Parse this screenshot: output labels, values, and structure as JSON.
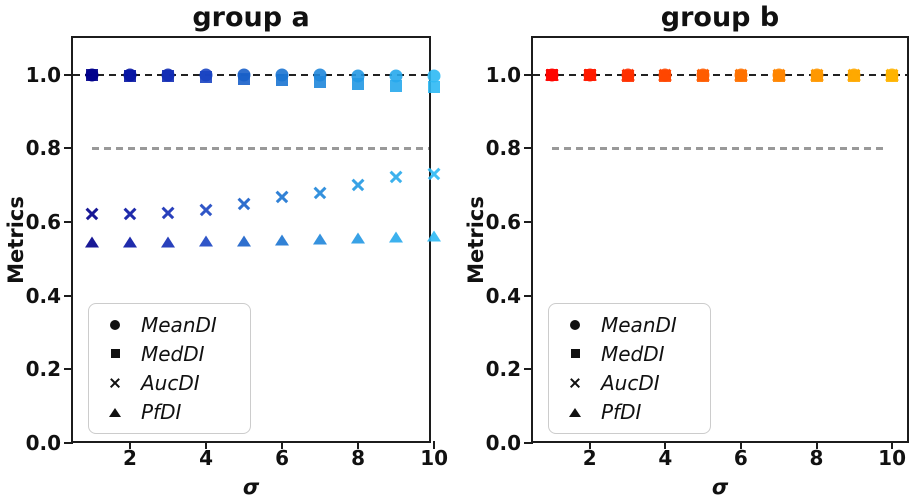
{
  "figure": {
    "background": "#ffffff"
  },
  "legend": {
    "items": [
      {
        "label": "MeanDI",
        "marker": "circle"
      },
      {
        "label": "MedDI",
        "marker": "square"
      },
      {
        "label": "AucDI",
        "marker": "x"
      },
      {
        "label": "PfDI",
        "marker": "triangle"
      }
    ],
    "marker_color": "#111111"
  },
  "chart_data": [
    {
      "type": "scatter",
      "title": "group a",
      "xlabel": "σ",
      "ylabel": "Metrics",
      "x": [
        1,
        2,
        3,
        4,
        5,
        6,
        7,
        8,
        9,
        10
      ],
      "xlim": [
        0.5,
        9.97
      ],
      "ylim": [
        -0.005,
        1.1
      ],
      "xticks": [
        2,
        4,
        6,
        8,
        10
      ],
      "yticks": [
        0.0,
        0.2,
        0.4,
        0.6,
        0.8,
        1.0
      ],
      "ytick_labels": [
        "0.0",
        "0.2",
        "0.4",
        "0.6",
        "0.8",
        "1.0"
      ],
      "grid": false,
      "legend_position": "lower-left",
      "point_colors": [
        "#00008b",
        "#0715a3",
        "#122cb5",
        "#1a44c2",
        "#185fc9",
        "#1b74d2",
        "#1f86da",
        "#2298e3",
        "#27a9ec",
        "#2db9f4"
      ],
      "series": [
        {
          "name": "MeanDI",
          "marker": "circle",
          "values": [
            1.0,
            1.0,
            1.0,
            1.0,
            0.999,
            0.999,
            0.999,
            0.998,
            0.998,
            0.998
          ]
        },
        {
          "name": "MedDI",
          "marker": "square",
          "values": [
            0.999,
            0.998,
            0.996,
            0.993,
            0.989,
            0.985,
            0.98,
            0.974,
            0.971,
            0.966
          ]
        },
        {
          "name": "AucDI",
          "marker": "x",
          "values": [
            0.623,
            0.623,
            0.625,
            0.633,
            0.65,
            0.669,
            0.681,
            0.702,
            0.722,
            0.73
          ]
        },
        {
          "name": "PfDI",
          "marker": "triangle",
          "values": [
            0.546,
            0.546,
            0.547,
            0.548,
            0.55,
            0.552,
            0.554,
            0.557,
            0.561,
            0.563
          ]
        }
      ],
      "hlines": [
        {
          "y": 1.0,
          "color": "#222222",
          "span": "full"
        },
        {
          "y": 0.8,
          "color": "#999999",
          "span": "data"
        }
      ]
    },
    {
      "type": "scatter",
      "title": "group b",
      "xlabel": "σ",
      "ylabel": "Metrics",
      "x": [
        1,
        2,
        3,
        4,
        5,
        6,
        7,
        8,
        9,
        10
      ],
      "xlim": [
        0.5,
        10.5
      ],
      "ylim": [
        -0.005,
        1.1
      ],
      "xticks": [
        2,
        4,
        6,
        8,
        10
      ],
      "yticks": [
        0.0,
        0.2,
        0.4,
        0.6,
        0.8,
        1.0
      ],
      "ytick_labels": [
        "0.0",
        "0.2",
        "0.4",
        "0.6",
        "0.8",
        "1.0"
      ],
      "grid": false,
      "legend_position": "lower-left",
      "point_colors": [
        "#ff0400",
        "#ff1a00",
        "#ff3000",
        "#ff4600",
        "#ff5c00",
        "#ff7100",
        "#ff8500",
        "#ff9800",
        "#ffa800",
        "#ffb400"
      ],
      "series": [
        {
          "name": "MeanDI",
          "marker": "circle",
          "values": [
            1.0,
            1.0,
            1.0,
            1.0,
            1.0,
            1.0,
            1.0,
            1.0,
            1.0,
            1.0
          ]
        },
        {
          "name": "MedDI",
          "marker": "square",
          "values": [
            0.999,
            0.999,
            0.998,
            0.998,
            0.998,
            0.998,
            0.997,
            0.997,
            0.997,
            0.997
          ]
        },
        {
          "name": "AucDI",
          "marker": "x",
          "values": [
            1.0,
            1.0,
            1.0,
            1.0,
            1.0,
            1.0,
            1.0,
            1.0,
            1.0,
            1.0
          ]
        },
        {
          "name": "PfDI",
          "marker": "triangle",
          "values": [
            1.0,
            1.0,
            1.0,
            1.0,
            1.0,
            1.0,
            1.0,
            1.0,
            1.0,
            1.0
          ]
        }
      ],
      "hlines": [
        {
          "y": 1.0,
          "color": "#222222",
          "span": "full"
        },
        {
          "y": 0.8,
          "color": "#999999",
          "span": "data"
        }
      ]
    }
  ]
}
